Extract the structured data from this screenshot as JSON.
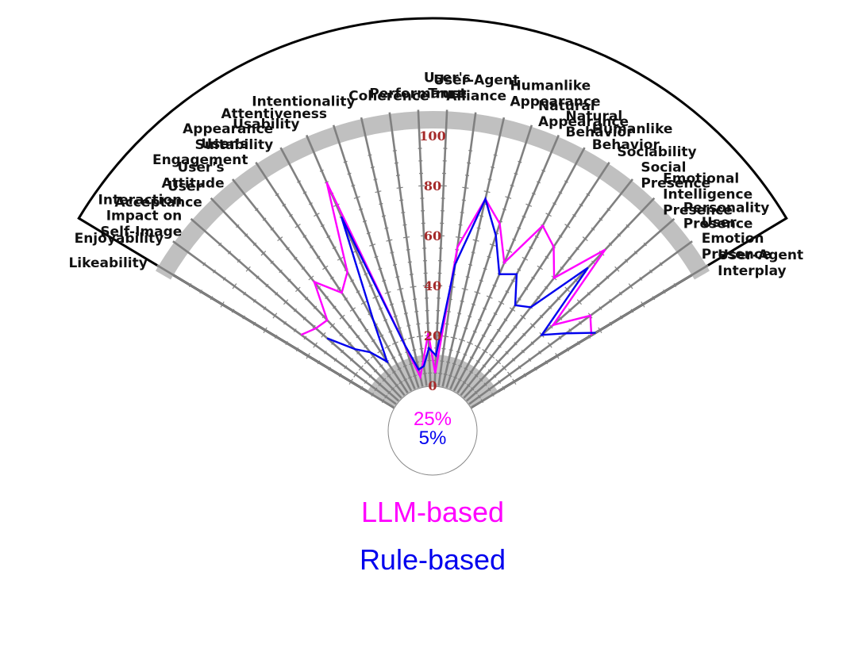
{
  "chart_data": {
    "type": "radar",
    "categories": [
      "Likeability",
      "Enjoyability",
      "Interaction Impact on Self-Image",
      "User Acceptance",
      "User's Attitude",
      "User's Engagement",
      "Appearance Suitability",
      "Usability",
      "Attentiveness",
      "Intentionality",
      "Coherence",
      "Performance",
      "User's Trust",
      "User-Agent Alliance",
      "Humanlike Appearance",
      "Natural Appearance",
      "Natural Behavior",
      "Humanlike Behavior",
      "Sociability",
      "Social Presence",
      "Emotional Intelligence Presence",
      "Personality Presence",
      "User Emotion Presence",
      "User-Agent Interplay"
    ],
    "rlim": [
      0,
      100
    ],
    "rticks": [
      "0",
      "20",
      "40",
      "60",
      "80",
      "100"
    ],
    "center_values": [
      "25%",
      "5%"
    ],
    "series": [
      {
        "name": "LLM-based",
        "color": "#ff00ff",
        "values": [
          null,
          47,
          44,
          43,
          58,
          48,
          54,
          90,
          18,
          4,
          10,
          21,
          5,
          56,
          77,
          69,
          55,
          75,
          70,
          60,
          82,
          46,
          60,
          56
        ]
      },
      {
        "name": "Rule-based",
        "color": "#0000ee",
        "values": [
          null,
          null,
          38,
          27,
          22,
          15,
          32,
          75,
          18,
          7,
          8,
          15,
          12,
          49,
          77,
          64,
          50,
          53,
          42,
          45,
          72,
          40,
          48,
          58
        ]
      }
    ],
    "legend": [
      "LLM-based",
      "Rule-based"
    ]
  }
}
